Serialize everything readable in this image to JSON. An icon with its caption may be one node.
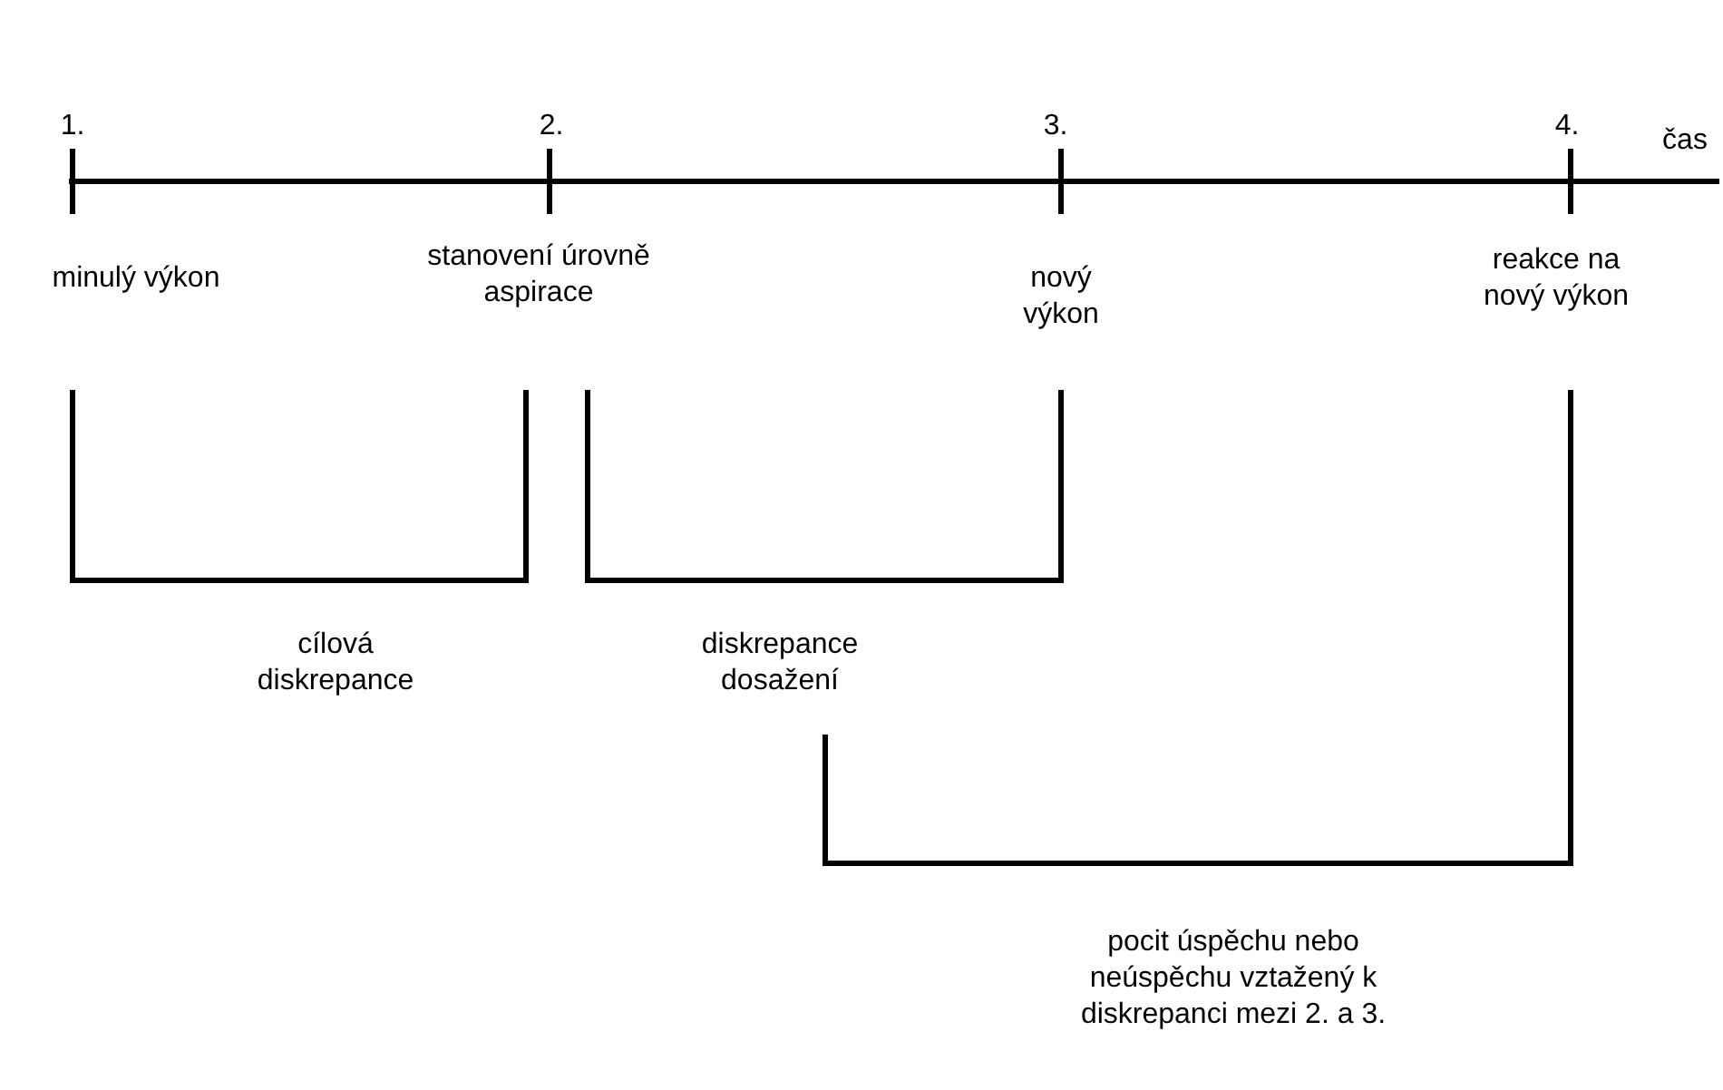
{
  "diagram": {
    "labels": [
      "1.",
      "2.",
      "3.",
      "4.",
      "čas",
      "minulý výkon",
      "stanovení úrovně aspirace",
      "nový výkon",
      "reakce na nový výkon",
      "cílová diskrepance",
      "diskrepance dosažení",
      "pocit úspěchu nebo neúspěchu vztažený k diskrepanci mezi 2. a 3."
    ]
  }
}
